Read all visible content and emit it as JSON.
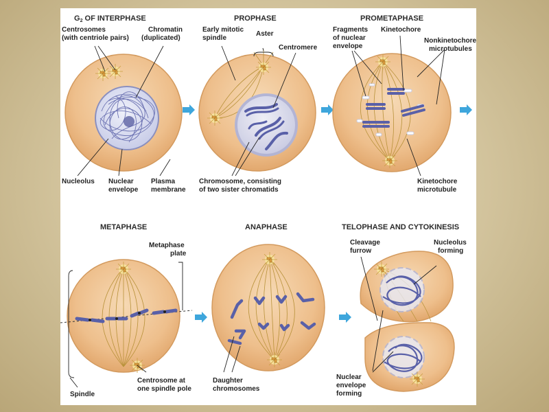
{
  "colors": {
    "cell": "#f0c79a",
    "cell_edge": "#d9a36a",
    "spindle": "#b8923a",
    "chromosome": "#5960a8",
    "nucleus": "#d8dcf0",
    "arrow": "#3ea6dc",
    "frame_bg": "#cfc09a"
  },
  "icons": [
    "centrosome-icon",
    "arrow-right-icon"
  ],
  "panels": {
    "g2": {
      "title": "G",
      "title_sub": "2",
      "title_rest": " OF INTERPHASE",
      "labels": {
        "centrosomes_1": "Centrosomes",
        "centrosomes_2": "(with centriole pairs)",
        "chromatin_1": "Chromatin",
        "chromatin_2": "(duplicated)",
        "nucleolus": "Nucleolus",
        "nuclear_1": "Nuclear",
        "nuclear_2": "envelope",
        "plasma_1": "Plasma",
        "plasma_2": "membrane"
      }
    },
    "prophase": {
      "title": "PROPHASE",
      "labels": {
        "early_1": "Early mitotic",
        "early_2": "spindle",
        "aster": "Aster",
        "centromere": "Centromere",
        "chromosome_1": "Chromosome, consisting",
        "chromosome_2": "of two sister chromatids"
      }
    },
    "prometaphase": {
      "title": "PROMETAPHASE",
      "labels": {
        "fragments_1": "Fragments",
        "fragments_2": "of nuclear",
        "fragments_3": "envelope",
        "kinetochore": "Kinetochore",
        "nonkin_1": "Nonkinetochore",
        "nonkin_2": "microtubules",
        "kinmt_1": "Kinetochore",
        "kinmt_2": "microtubule"
      }
    },
    "metaphase": {
      "title": "METAPHASE",
      "labels": {
        "plate_1": "Metaphase",
        "plate_2": "plate",
        "spindle": "Spindle",
        "centrosome_1": "Centrosome at",
        "centrosome_2": "one spindle pole"
      }
    },
    "anaphase": {
      "title": "ANAPHASE",
      "labels": {
        "daughter_1": "Daughter",
        "daughter_2": "chromosomes"
      }
    },
    "telophase": {
      "title": "TELOPHASE AND CYTOKINESIS",
      "labels": {
        "cleavage_1": "Cleavage",
        "cleavage_2": "furrow",
        "nucleolus_1": "Nucleolus",
        "nucleolus_2": "forming",
        "nuclear_1": "Nuclear",
        "nuclear_2": "envelope",
        "nuclear_3": "forming"
      }
    }
  }
}
